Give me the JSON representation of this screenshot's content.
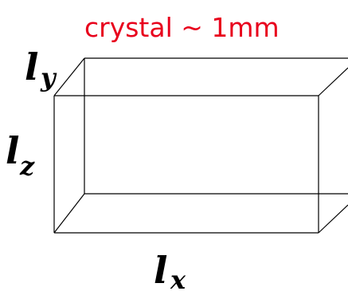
{
  "caption": {
    "text": "crystal ~ 1mm",
    "color": "#e8001c"
  },
  "labels": {
    "ly_main": "l",
    "ly_sub": "y",
    "lz_main": "l",
    "lz_sub": "z",
    "lx_main": "l",
    "lx_sub": "x"
  },
  "line_color": "#000000"
}
